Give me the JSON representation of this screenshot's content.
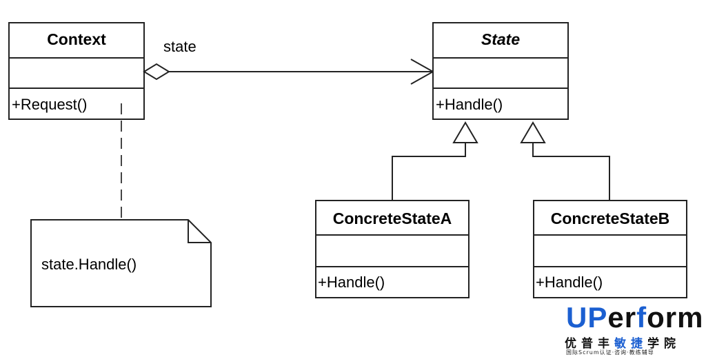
{
  "diagram": {
    "classes": {
      "context": {
        "name": "Context",
        "operation": "+Request()"
      },
      "state": {
        "name": "State",
        "operation": "+Handle()"
      },
      "concrete_a": {
        "name": "ConcreteStateA",
        "operation": "+Handle()"
      },
      "concrete_b": {
        "name": "ConcreteStateB",
        "operation": "+Handle()"
      }
    },
    "association_label": "state",
    "note_text": "state.Handle()"
  },
  "logo": {
    "brand_prefix": "UP",
    "brand_mid": "er",
    "brand_accent": "f",
    "brand_suffix": "orm",
    "cn_prefix": "优普丰",
    "cn_accent": "敏捷",
    "cn_suffix": "学院",
    "subtitle": "国际Scrum认证·咨询·教练辅导",
    "accent_color": "#1b5fd1"
  }
}
